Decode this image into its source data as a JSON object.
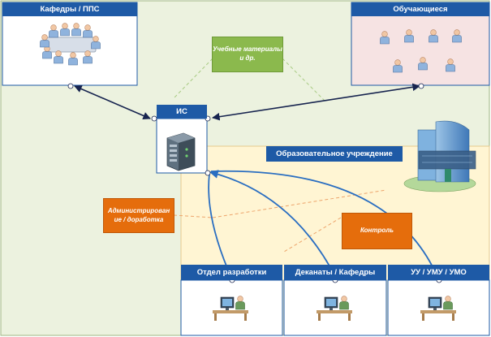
{
  "colors": {
    "blue": "#1e5aa6",
    "green_zone": "#ecf2df",
    "beige_zone": "#fff5d3",
    "pink_zone": "#f6e3e3",
    "green_note": "#8bb94d",
    "orange_note": "#e56d0c",
    "arrow_blue": "#2a6ec1",
    "arrow_dark": "#17244f"
  },
  "boxes": {
    "departments": {
      "title": "Кафедры / ППС",
      "icon": "meeting-people-icon"
    },
    "students": {
      "title": "Обучающиеся",
      "icon": "people-group-icon"
    },
    "is": {
      "title": "ИС",
      "icon": "server-rack-icon"
    },
    "dev_dept": {
      "title": "Отдел разработки",
      "icon": "workstation-icon"
    },
    "deans": {
      "title": "Деканаты / Кафедры",
      "icon": "workstation-icon"
    },
    "uu": {
      "title": "УУ / УМУ / УМО",
      "icon": "workstation-icon"
    }
  },
  "labels": {
    "institution": "Образовательное учреждение",
    "materials": "Учебные материалы и др.",
    "admin": "Администрирован ие / доработка",
    "control": "Контроль"
  },
  "icons": {
    "building": "office-building-icon"
  }
}
